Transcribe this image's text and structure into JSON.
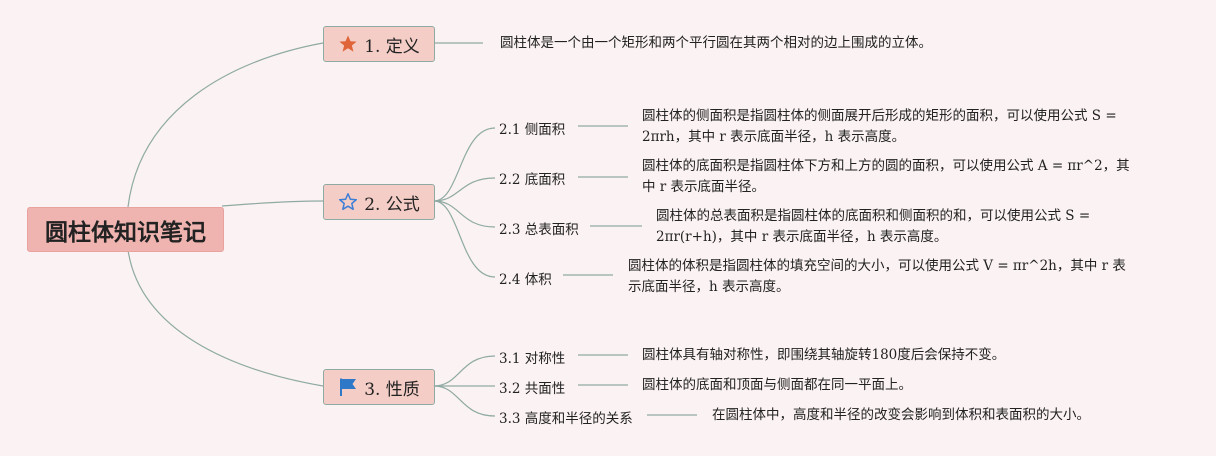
{
  "root": {
    "title": "圆柱体知识笔记"
  },
  "topics": [
    {
      "label": "1. 定义",
      "icon": "star-filled-icon",
      "color": "#e0643a",
      "details": [
        {
          "label": "",
          "text": "圆柱体是一个由一个矩形和两个平行圆在其两个相对的边上围成的立体。"
        }
      ]
    },
    {
      "label": "2. 公式",
      "icon": "star-outline-icon",
      "color": "#3f7fd6",
      "details": [
        {
          "label": "2.1 侧面积",
          "text": "圆柱体的侧面积是指圆柱体的侧面展开后形成的矩形的面积，可以使用公式 S = 2πrh，其中 r 表示底面半径，h 表示高度。"
        },
        {
          "label": "2.2 底面积",
          "text": "圆柱体的底面积是指圆柱体下方和上方的圆的面积，可以使用公式 A = πr^2，其中 r 表示底面半径。"
        },
        {
          "label": "2.3 总表面积",
          "text": "圆柱体的总表面积是指圆柱体的底面积和侧面积的和，可以使用公式 S = 2πr(r+h)，其中 r 表示底面半径，h 表示高度。"
        },
        {
          "label": "2.4 体积",
          "text": "圆柱体的体积是指圆柱体的填充空间的大小，可以使用公式 V = πr^2h，其中 r 表示底面半径，h 表示高度。"
        }
      ]
    },
    {
      "label": "3. 性质",
      "icon": "flag-icon",
      "color": "#2f78c8",
      "details": [
        {
          "label": "3.1 对称性",
          "text": "圆柱体具有轴对称性，即围绕其轴旋转180度后会保持不变。"
        },
        {
          "label": "3.2 共面性",
          "text": "圆柱体的底面和顶面与侧面都在同一平面上。"
        },
        {
          "label": "3.3 高度和半径的关系",
          "text": "在圆柱体中，高度和半径的改变会影响到体积和表面积的大小。"
        }
      ]
    }
  ],
  "colors": {
    "line": "#8faaa2",
    "root_fill": "#efb4b0",
    "topic_fill": "#f4cdc6",
    "background": "#fbf2f3"
  }
}
